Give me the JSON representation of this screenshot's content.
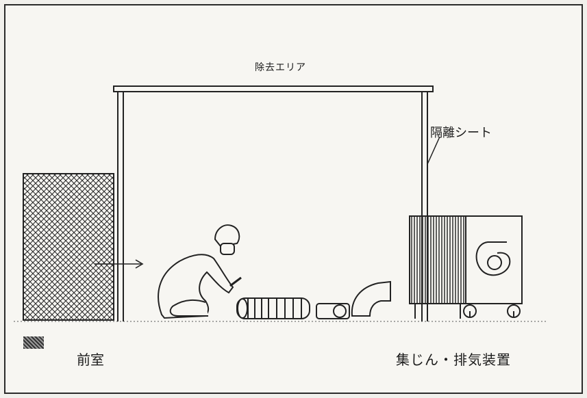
{
  "labels": {
    "removal_area": "除去エリア",
    "isolation_sheet": "隔離シート",
    "anteroom": "前室",
    "dust_exhaust": "集じん・排気装置"
  },
  "icons": {
    "worker": "worker-figure-icon",
    "duct": "flexible-duct-icon",
    "fan": "blower-fan-icon"
  },
  "colors": {
    "ink": "#1c1c1c",
    "paper": "#f7f6f2",
    "hatch": "#2b2b2b"
  }
}
